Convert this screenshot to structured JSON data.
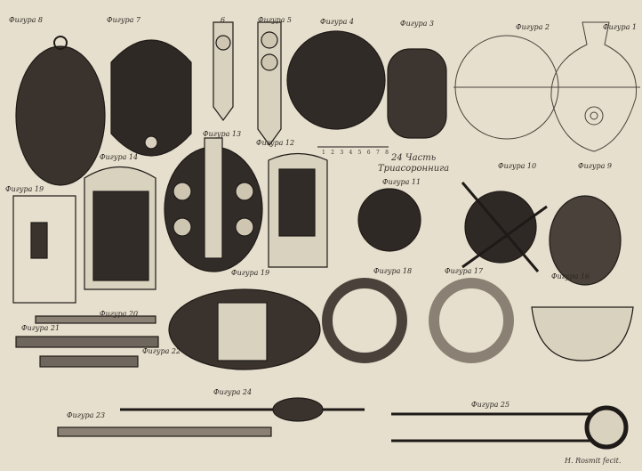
{
  "colors": {
    "paper": "#e6dfcd",
    "ink": "#2b2622",
    "mid": "#5a524a"
  },
  "figures": {
    "f8": "Фигура 8",
    "f7": "Фигура 7",
    "f6": "6",
    "f5": "Фигура 5",
    "f4": "Фигура 4",
    "f3": "Фигура 3",
    "f2": "Фигура 2",
    "f1": "Фигура 1",
    "f14": "Фигура 14",
    "f13": "Фигура 13",
    "f12": "Фигура 12",
    "f11": "Фигура 11",
    "f10": "Фигура 10",
    "f9": "Фигура 9",
    "f19a": "Фигура 19",
    "f19b": "Фигура 19",
    "f18": "Фигура 18",
    "f17": "Фигура 17",
    "f16": "Фигура 16",
    "f20": "Фигура 20",
    "f21": "Фигура 21",
    "f22": "Фигура 22",
    "f24": "Фигура 24",
    "f23": "Фигура 23",
    "f25": "Фигура 25"
  },
  "caption": {
    "line1": "24 Часть",
    "line2": "Триасороннига"
  },
  "scale_ticks": [
    "1",
    "2",
    "3",
    "4",
    "5",
    "6",
    "7",
    "8"
  ],
  "signature": "H. Rosmit fecit."
}
